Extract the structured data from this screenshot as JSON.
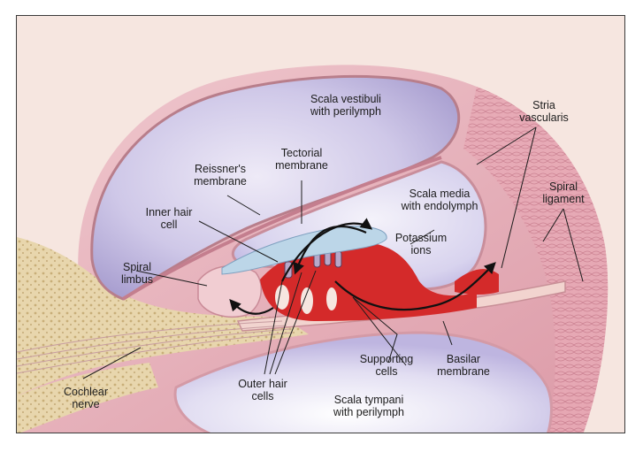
{
  "labels": {
    "scala_vestibuli": [
      "Scala vestibuli",
      "with perilymph"
    ],
    "tectorial_membrane": [
      "Tectorial",
      "membrane"
    ],
    "reissners_membrane": [
      "Reissner's",
      "membrane"
    ],
    "stria_vascularis": [
      "Stria",
      "vascularis"
    ],
    "scala_media": [
      "Scala media",
      "with endolymph"
    ],
    "spiral_ligament": [
      "Spiral",
      "ligament"
    ],
    "inner_hair_cell": [
      "Inner hair",
      "cell"
    ],
    "potassium_ions": [
      "Potassium",
      "ions"
    ],
    "spiral_limbus": [
      "Spiral",
      "limbus"
    ],
    "supporting_cells": [
      "Supporting",
      "cells"
    ],
    "basilar_membrane": [
      "Basilar",
      "membrane"
    ],
    "cochlear_nerve": [
      "Cochlear",
      "nerve"
    ],
    "outer_hair_cells": [
      "Outer hair",
      "cells"
    ],
    "scala_tympani": [
      "Scala tympani",
      "with perilymph"
    ]
  },
  "colors": {
    "background": "#f6e6e0",
    "scala_fill": "#c9c2e4",
    "membrane_wall": "#e9b9c2",
    "bone": "#e6d3a6",
    "supporting_cells": "#d42a2a",
    "tectorial": "#bcd6e8",
    "ink": "#1c1c1c"
  }
}
